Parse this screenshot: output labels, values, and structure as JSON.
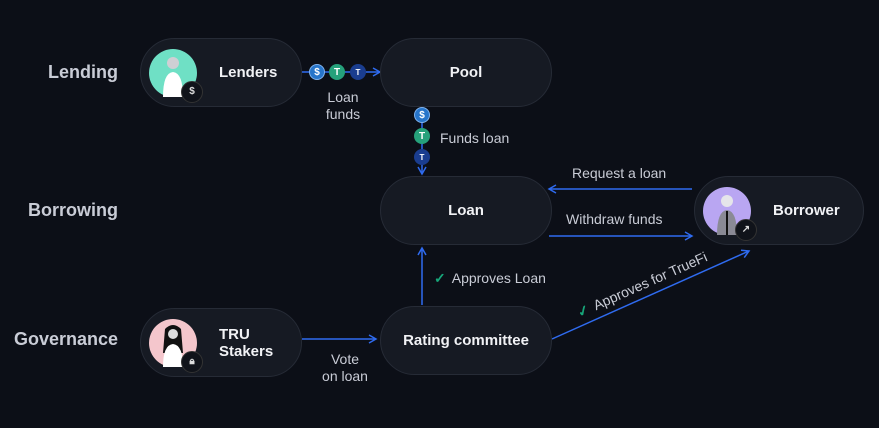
{
  "rows": {
    "lending": "Lending",
    "borrowing": "Borrowing",
    "governance": "Governance"
  },
  "nodes": {
    "lenders": {
      "label": "Lenders",
      "badge_icon": "money-bag-icon",
      "avatar_color": "#6fe0c5"
    },
    "pool": {
      "label": "Pool"
    },
    "loan": {
      "label": "Loan"
    },
    "borrower": {
      "label": "Borrower",
      "badge_icon": "chart-icon",
      "avatar_color": "#b9a6f2"
    },
    "tru_stakers": {
      "label_line1": "TRU",
      "label_line2": "Stakers",
      "badge_icon": "lock-icon",
      "avatar_color": "#f4c6cc"
    },
    "rating_committee": {
      "label": "Rating committee"
    }
  },
  "edges": {
    "loan_funds": {
      "line1": "Loan",
      "line2": "funds"
    },
    "funds_loan": "Funds loan",
    "request_loan": "Request a loan",
    "withdraw_funds": "Withdraw funds",
    "approves_loan": "Approves Loan",
    "vote_on_loan": {
      "line1": "Vote",
      "line2": "on loan"
    },
    "approves_truefi": "Approves for TrueFi"
  },
  "tokens": [
    {
      "name": "usdc-icon",
      "glyph": "$"
    },
    {
      "name": "usdt-icon",
      "glyph": "T"
    },
    {
      "name": "tusd-icon",
      "glyph": "T"
    }
  ],
  "colors": {
    "arrow": "#2f6bf0",
    "check": "#17a67a"
  }
}
